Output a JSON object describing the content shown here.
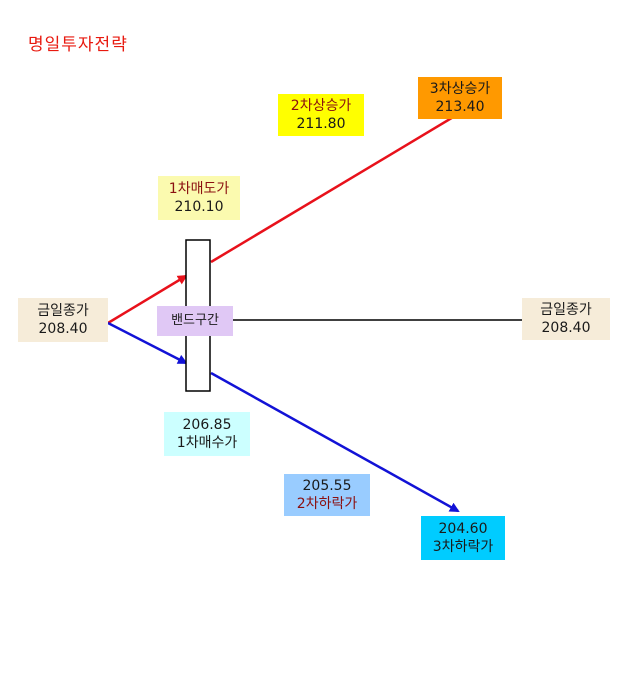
{
  "title": "명일투자전략",
  "current_close_left": {
    "label": "금일종가",
    "value": "208.40",
    "color": "#f6ecd9"
  },
  "current_close_right": {
    "label": "금일종가",
    "value": "208.40",
    "color": "#f6ecd9"
  },
  "band": {
    "label": "밴드구간",
    "color": "#e0c8f5"
  },
  "sell_1": {
    "label": "1차매도가",
    "value": "210.10",
    "color": "#fbfaaf"
  },
  "rise_2": {
    "label": "2차상승가",
    "value": "211.80",
    "color": "#ffff00"
  },
  "rise_3": {
    "label": "3차상승가",
    "value": "213.40",
    "color": "#ff9900"
  },
  "buy_1": {
    "value": "206.85",
    "label": "1차매수가",
    "color": "#ccffff"
  },
  "fall_2": {
    "value": "205.55",
    "label": "2차하락가",
    "color": "#99ccff"
  },
  "fall_3": {
    "value": "204.60",
    "label": "3차하락가",
    "color": "#00ccff"
  },
  "line_colors": {
    "up": "#e8111b",
    "down": "#1212d6",
    "flat": "#000000"
  }
}
